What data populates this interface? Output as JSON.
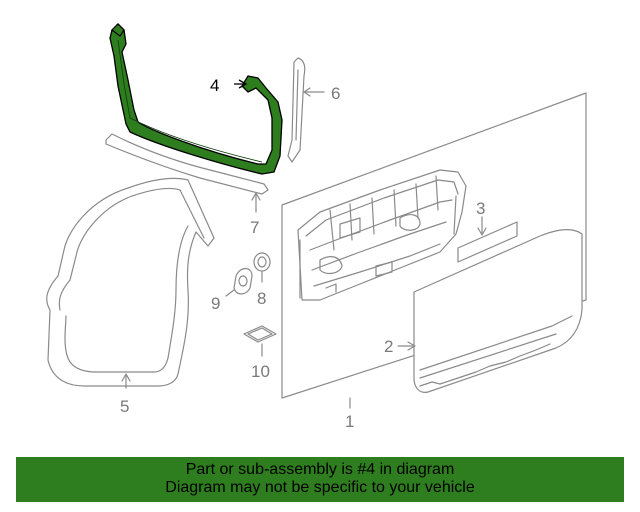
{
  "diagram": {
    "callouts": {
      "c1": "1",
      "c2": "2",
      "c3": "3",
      "c4": "4",
      "c5": "5",
      "c6": "6",
      "c7": "7",
      "c8": "8",
      "c9": "9",
      "c10": "10"
    },
    "highlighted_part": "4",
    "highlight_color": "#2e7d1e",
    "line_color": "#8a8a8a"
  },
  "banner": {
    "line1": "Part or sub-assembly is #4 in diagram",
    "line2": "Diagram may not be specific to your vehicle",
    "background": "#2e7d1e"
  }
}
